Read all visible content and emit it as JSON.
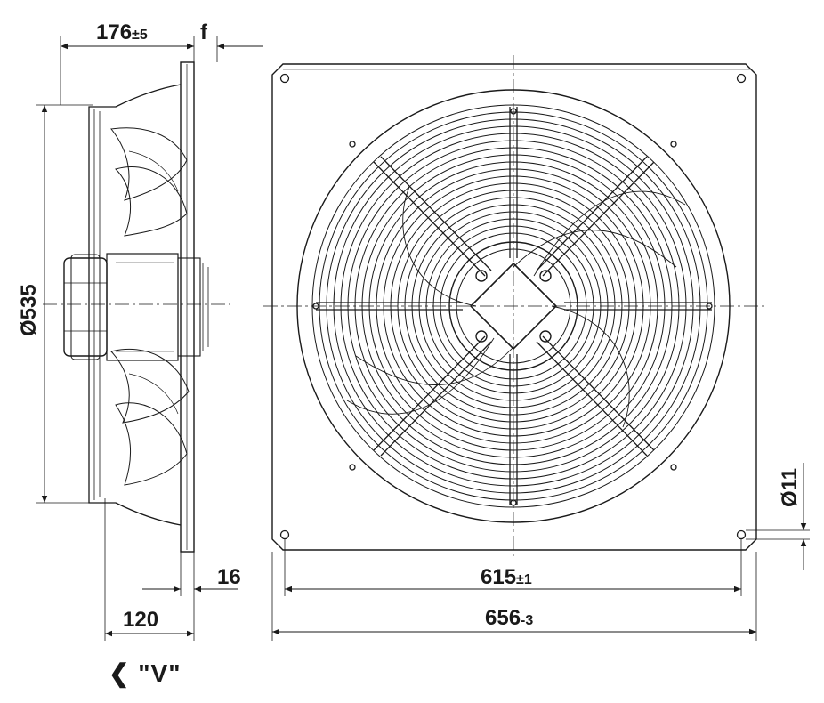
{
  "dimensions": {
    "depth": {
      "value": "176",
      "tol": "±5"
    },
    "f_label": "f",
    "diameter": "Ø535",
    "flange_16": "16",
    "depth_120": "120",
    "hole_pitch": {
      "value": "615",
      "tol": "±1"
    },
    "plate_width": {
      "value": "656",
      "tol": "-3"
    },
    "hole_dia": "Ø11"
  },
  "view_label": "\"V\"",
  "view_arrow": "❮",
  "colors": {
    "line": "#1a1a1a",
    "background": "#ffffff"
  }
}
